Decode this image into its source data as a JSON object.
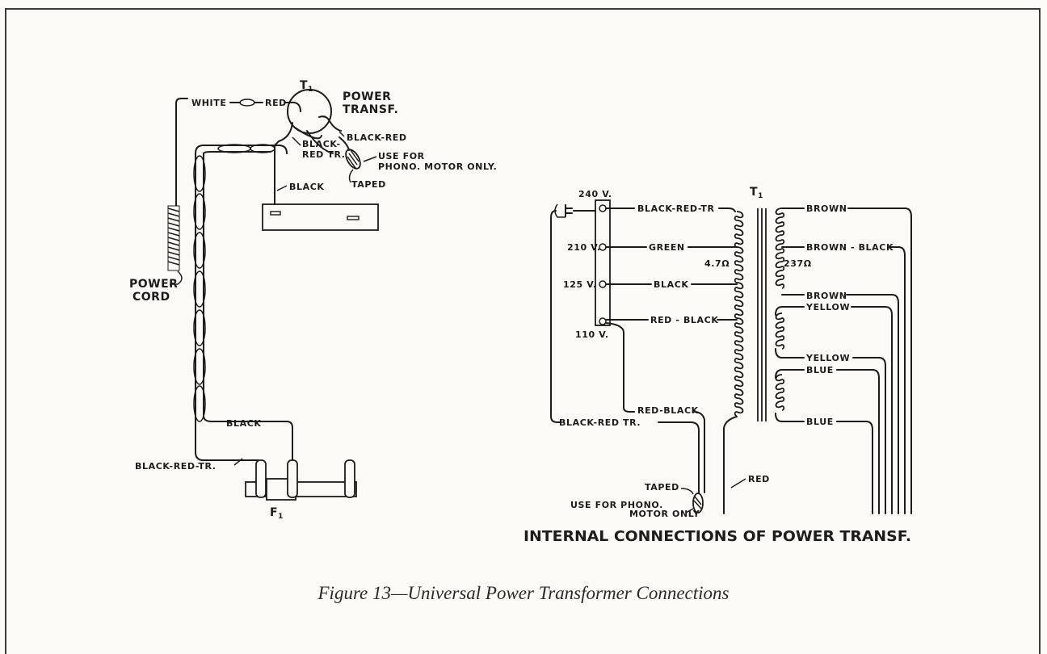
{
  "caption": "Figure 13—Universal Power Transformer Connections",
  "left_diagram": {
    "t1": "T",
    "t1_sub": "1",
    "power_transf_1": "POWER",
    "power_transf_2": "TRANSF.",
    "white": "WHITE",
    "red": "RED",
    "black_red": "BLACK-RED",
    "black_red_tr_1": "BLACK-",
    "black_red_tr_2": "RED TR.",
    "use_for_1": "USE FOR",
    "use_for_2": "PHONO. MOTOR ONLY.",
    "taped": "TAPED",
    "black_top": "BLACK",
    "power_cord_1": "POWER",
    "power_cord_2": "CORD",
    "black_bottom": "BLACK",
    "black_red_tr_bottom": "BLACK-RED-TR.",
    "f1": "F",
    "f1_sub": "1"
  },
  "right_diagram": {
    "title": "INTERNAL CONNECTIONS OF POWER TRANSF.",
    "t1": "T",
    "t1_sub": "1",
    "v240": "240 V.",
    "v210": "210 V.",
    "v125": "125 V.",
    "v110": "110 V.",
    "black_red_tr": "BLACK-RED-TR",
    "green": "GREEN",
    "black": "BLACK",
    "red_black": "RED - BLACK",
    "primary_ohms": "4.7Ω",
    "secondary_ohms": "237Ω",
    "brown_top": "BROWN",
    "brown_black": "BROWN - BLACK",
    "brown_2": "BROWN",
    "yellow_1": "YELLOW",
    "yellow_2": "YELLOW",
    "blue_1": "BLUE",
    "blue_2": "BLUE",
    "red_black_lower": "RED-BLACK",
    "black_red_tr_lower": "BLACK-RED TR.",
    "taped": "TAPED",
    "use_for_1": "USE FOR PHONO.",
    "use_for_2": "MOTOR ONLY",
    "red": "RED"
  }
}
